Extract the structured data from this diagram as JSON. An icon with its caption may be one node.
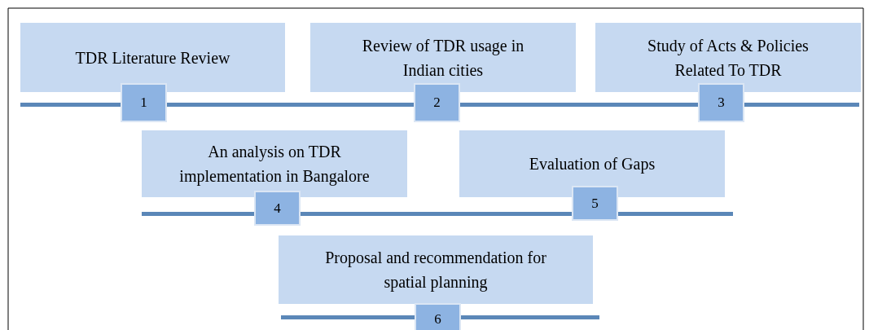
{
  "diagram": {
    "nodes": [
      {
        "text": [
          "TDR Literature Review"
        ]
      },
      {
        "text": [
          "1"
        ]
      },
      {
        "text": [
          "Review of TDR usage in Indian cities"
        ]
      },
      {
        "text": [
          "2"
        ]
      },
      {
        "text": [
          "Study of Acts & Policies Related To TDR"
        ]
      },
      {
        "text": [
          "3"
        ]
      },
      {
        "text": [
          "An analysis on TDR implementation in Bangalore"
        ]
      },
      {
        "text": [
          "4"
        ]
      },
      {
        "text": [
          "Evaluation of Gaps"
        ]
      },
      {
        "text": [
          "5"
        ]
      },
      {
        "text": [
          "Proposal and recommendation for spatial planning"
        ]
      },
      {
        "text": [
          "6"
        ]
      }
    ]
  }
}
